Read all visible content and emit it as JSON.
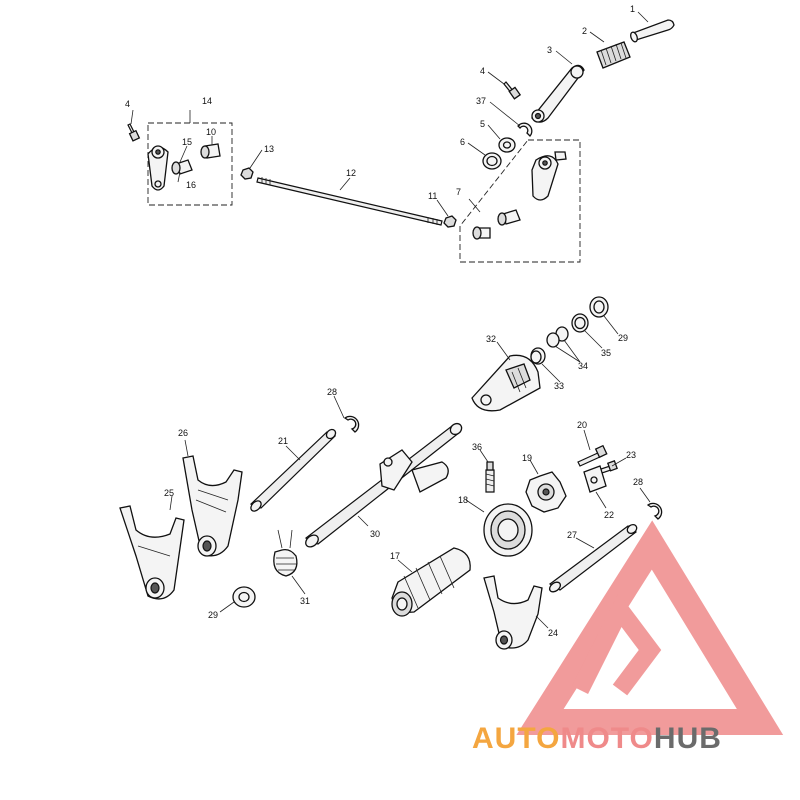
{
  "diagram": {
    "callouts": [
      "1",
      "2",
      "3",
      "4",
      "37",
      "5",
      "6",
      "7",
      "4",
      "14",
      "15",
      "10",
      "16",
      "13",
      "12",
      "11",
      "32",
      "29",
      "35",
      "34",
      "33",
      "28",
      "26",
      "21",
      "36",
      "20",
      "23",
      "25",
      "19",
      "22",
      "28",
      "18",
      "30",
      "27",
      "17",
      "31",
      "29",
      "24"
    ],
    "watermark": {
      "text_part1": "AUTO",
      "text_part2": "MOTO",
      "text_part3": "HUB",
      "colors": {
        "auto": "#f4a640",
        "moto": "#ef8a8a",
        "hub": "#6b6b6b",
        "triangle": "#ef8a8a"
      }
    }
  }
}
